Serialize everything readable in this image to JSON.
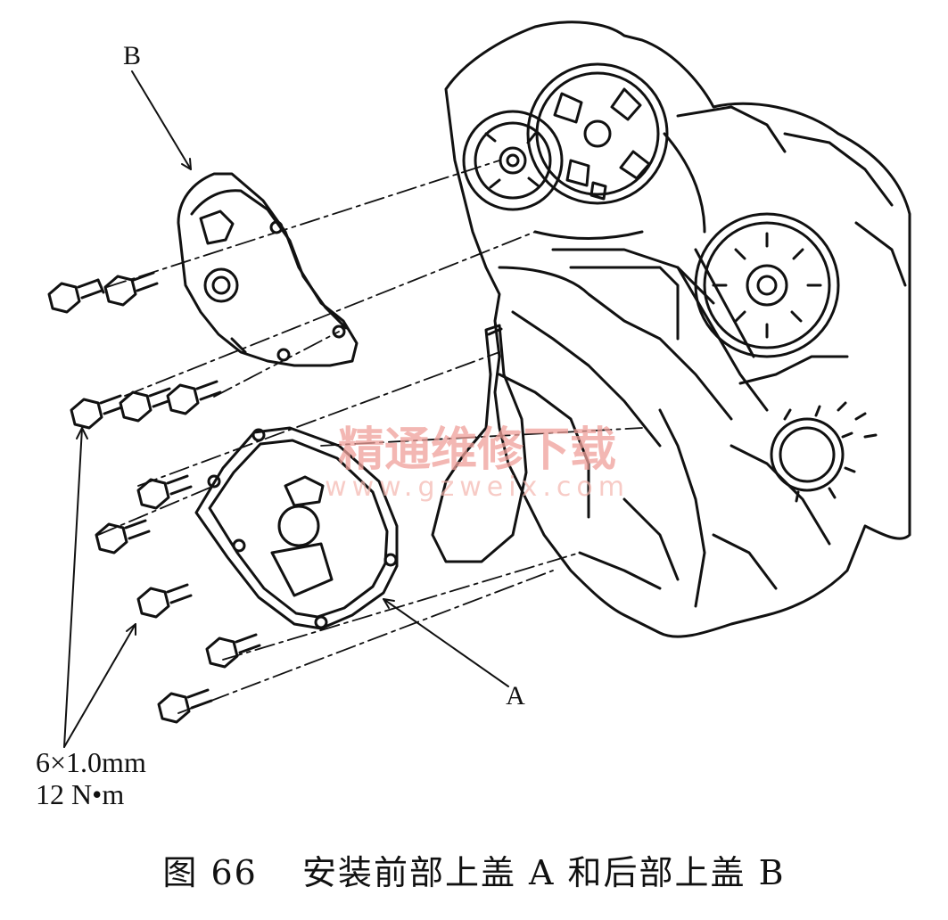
{
  "labels": {
    "cover_b": "B",
    "cover_a": "A",
    "bolt_spec": "6×1.0mm",
    "torque": "12 N•m"
  },
  "watermark": {
    "name": "精通维修下载",
    "url": "www.gzweix.com"
  },
  "caption": {
    "figure": "图 66",
    "title": "安装前部上盖 A 和后部上盖 B"
  }
}
